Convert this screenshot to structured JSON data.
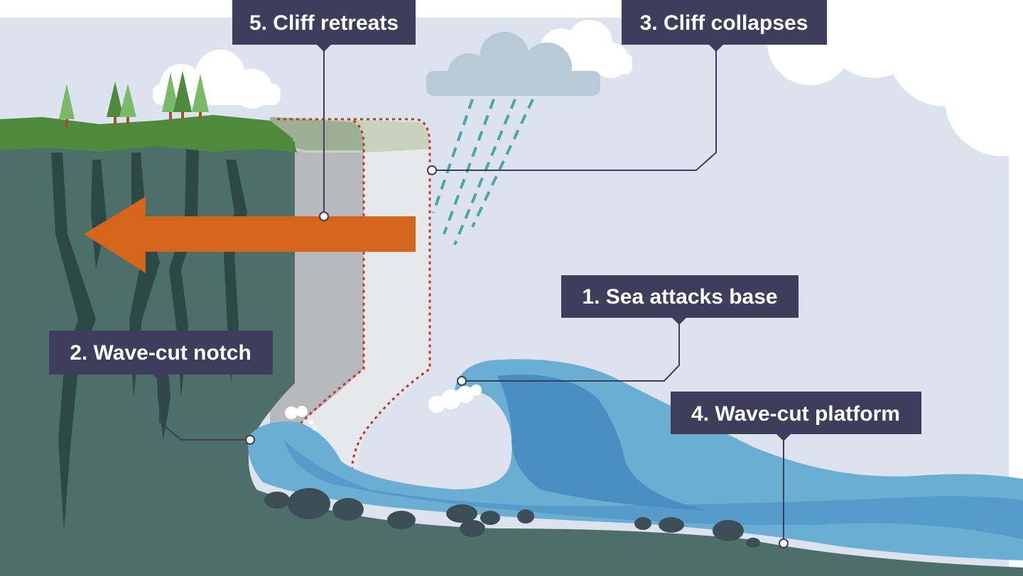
{
  "diagram": {
    "labels": {
      "sea_attacks_base": "1. Sea attacks base",
      "wave_cut_notch": "2. Wave-cut notch",
      "cliff_collapses": "3. Cliff collapses",
      "wave_cut_platform": "4. Wave-cut platform",
      "cliff_retreats": "5. Cliff retreats"
    },
    "colors": {
      "sky": "#dde3ee",
      "cliff": "#4e6e6a",
      "cliff_crack": "#2d4947",
      "grass": "#4f8a3c",
      "sea": "#6aaed4",
      "sea_dark": "#4a8fc4",
      "arrow": "#d4651a",
      "label_bg": "#3f3d5c",
      "outline": "#c0392b"
    }
  }
}
